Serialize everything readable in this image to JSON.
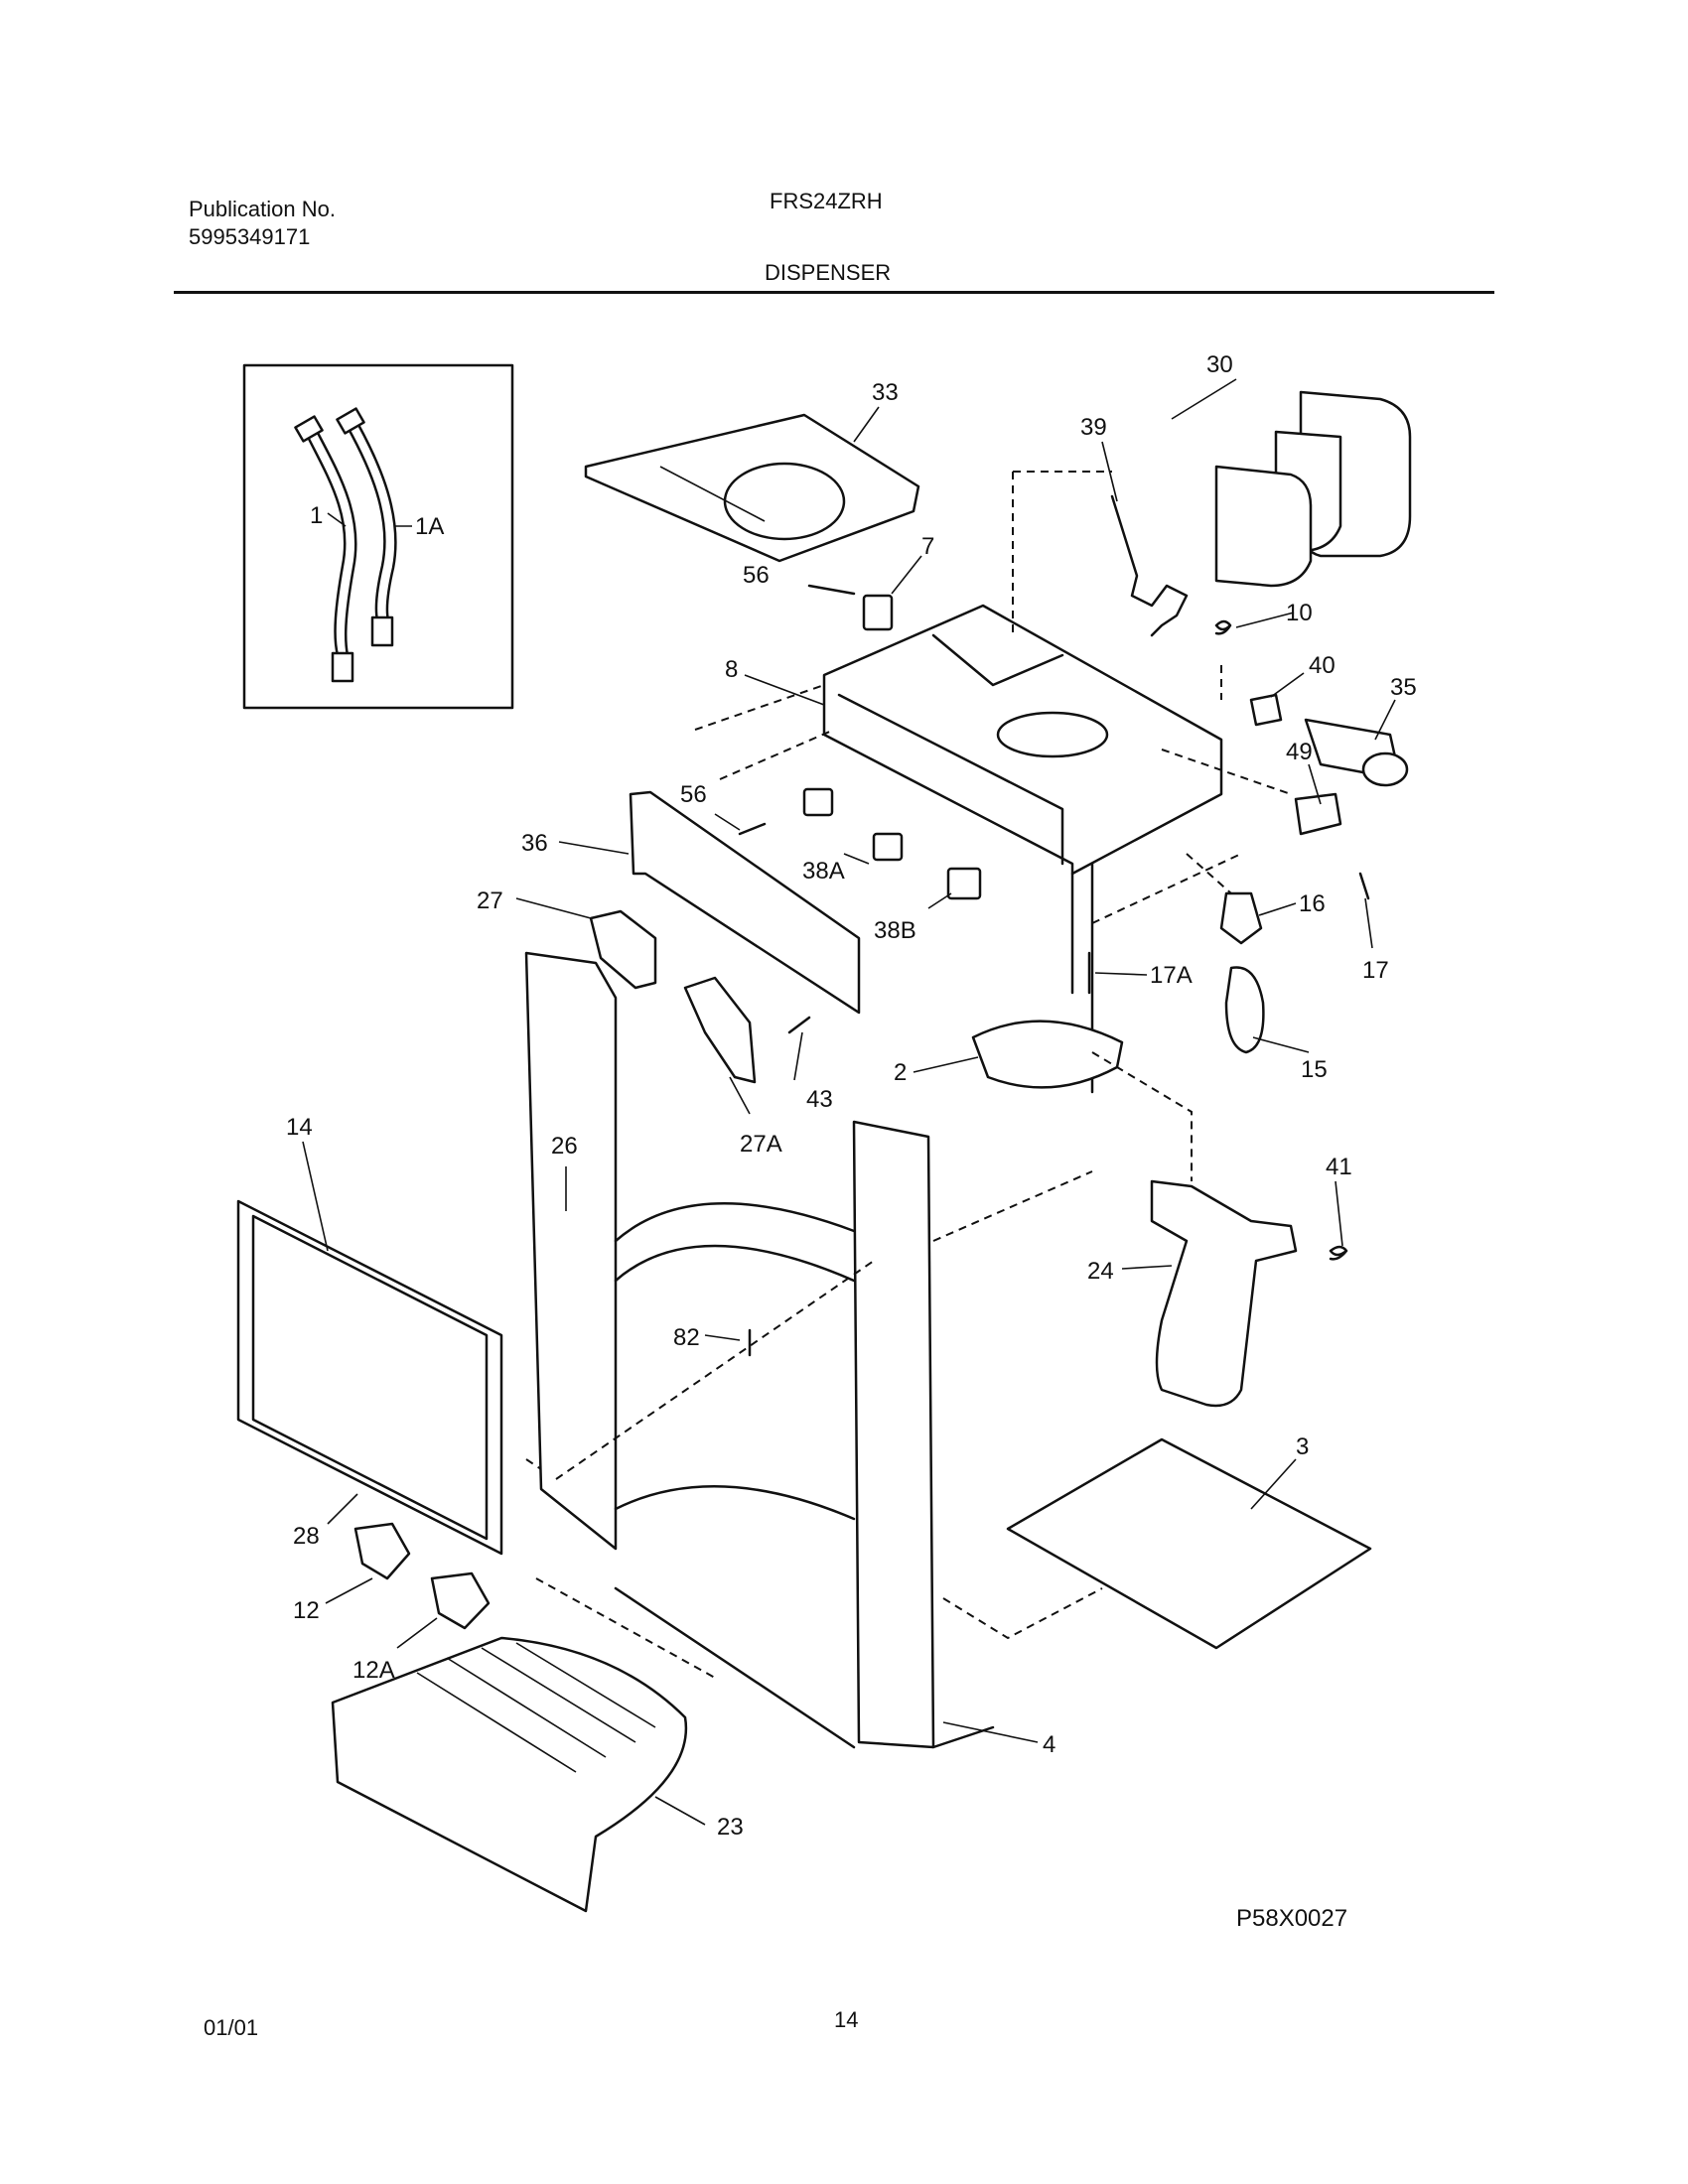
{
  "header": {
    "publication_label": "Publication No.",
    "publication_number": "5995349171",
    "model": "FRS24ZRH",
    "section": "DISPENSER"
  },
  "footer": {
    "date": "01/01",
    "page": "14",
    "drawing_code": "P58X0027"
  },
  "callouts": {
    "c1": "1",
    "c1A": "1A",
    "c2": "2",
    "c3": "3",
    "c4": "4",
    "c7": "7",
    "c8": "8",
    "c10": "10",
    "c12": "12",
    "c12A": "12A",
    "c14": "14",
    "c15": "15",
    "c16": "16",
    "c17": "17",
    "c17A": "17A",
    "c23": "23",
    "c24": "24",
    "c26": "26",
    "c27": "27",
    "c27A": "27A",
    "c28": "28",
    "c30": "30",
    "c33": "33",
    "c35": "35",
    "c36": "36",
    "c38A": "38A",
    "c38B": "38B",
    "c39": "39",
    "c40": "40",
    "c41": "41",
    "c43": "43",
    "c49": "49",
    "c56a": "56",
    "c56b": "56",
    "c82": "82"
  }
}
